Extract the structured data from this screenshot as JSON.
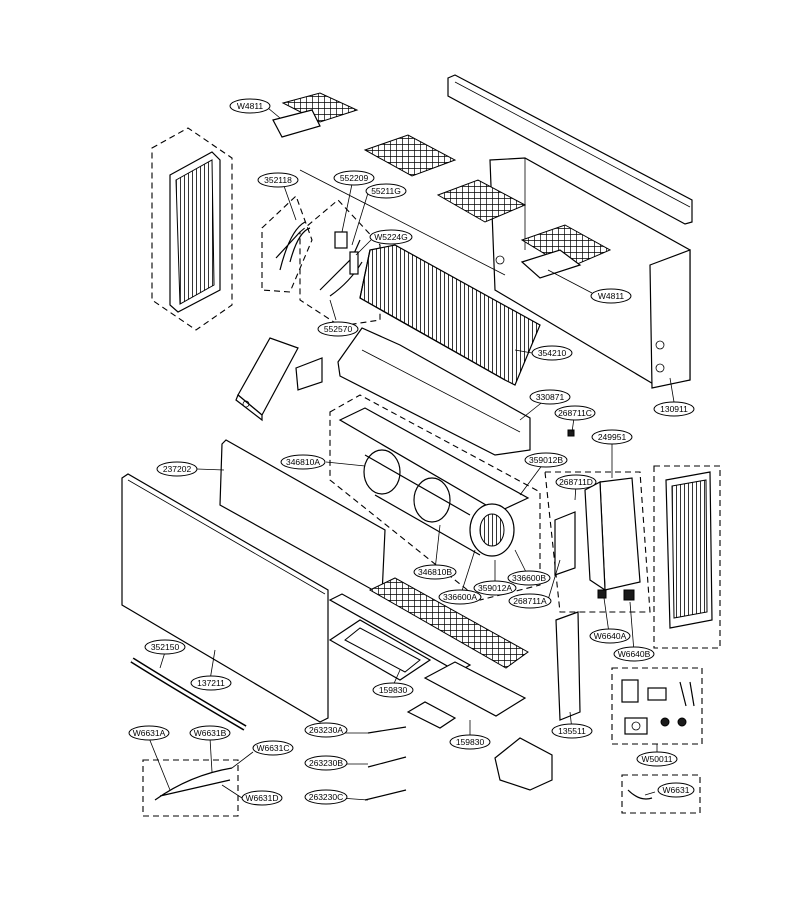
{
  "labels": {
    "W4811_top": "W4811",
    "352118": "352118",
    "552209": "552209",
    "55211G": "55211G",
    "W5224G": "W5224G",
    "552570": "552570",
    "354210": "354210",
    "W4811_right": "W4811",
    "130911": "130911",
    "330871": "330871",
    "268711C": "268711C",
    "249951": "249951",
    "237202": "237202",
    "346810A": "346810A",
    "359012B": "359012B",
    "268711D": "268711D",
    "346810B": "346810B",
    "336600B": "336600B",
    "336600A": "336600A",
    "359012A": "359012A",
    "268711A": "268711A",
    "W6640A": "W6640A",
    "W6640B": "W6640B",
    "352150": "352150",
    "137211": "137211",
    "159830_a": "159830",
    "159830_b": "159830",
    "135511": "135511",
    "263230A": "263230A",
    "263230B": "263230B",
    "263230C": "263230C",
    "W6631A": "W6631A",
    "W6631B": "W6631B",
    "W6631C": "W6631C",
    "W6631D": "W6631D",
    "W50011": "W50011",
    "W6631": "W6631"
  }
}
